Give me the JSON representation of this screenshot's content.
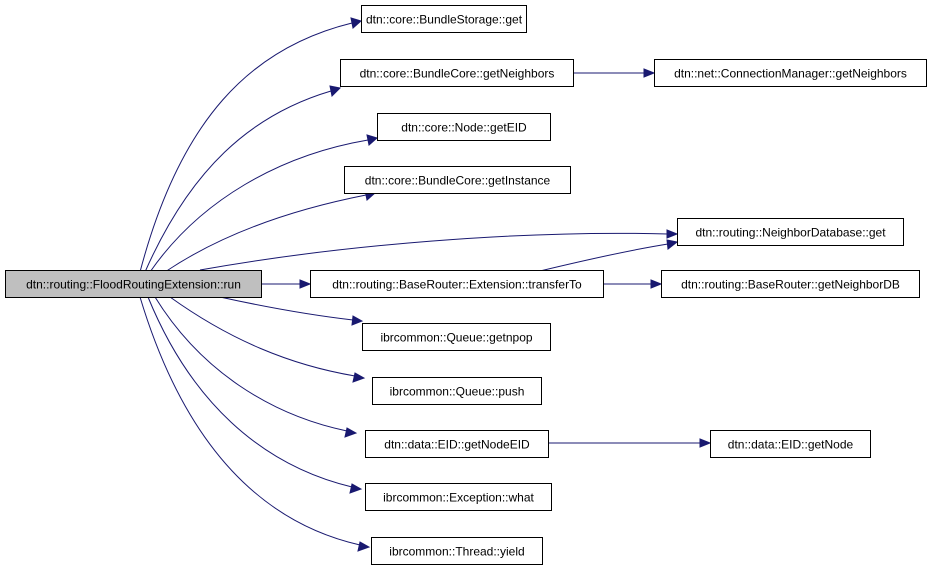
{
  "graph": {
    "root": "dtn::routing::FloodRoutingExtension::run",
    "nodes": [
      {
        "id": "n0",
        "label": "dtn::routing::FloodRoutingExtension::run",
        "root": true
      },
      {
        "id": "n1",
        "label": "dtn::core::BundleStorage::get"
      },
      {
        "id": "n2",
        "label": "dtn::core::BundleCore::getNeighbors"
      },
      {
        "id": "n3",
        "label": "dtn::net::ConnectionManager::getNeighbors"
      },
      {
        "id": "n4",
        "label": "dtn::core::Node::getEID"
      },
      {
        "id": "n5",
        "label": "dtn::core::BundleCore::getInstance"
      },
      {
        "id": "n6",
        "label": "dtn::routing::NeighborDatabase::get"
      },
      {
        "id": "n7",
        "label": "dtn::routing::BaseRouter::Extension::transferTo"
      },
      {
        "id": "n8",
        "label": "dtn::routing::BaseRouter::getNeighborDB"
      },
      {
        "id": "n9",
        "label": "ibrcommon::Queue::getnpop"
      },
      {
        "id": "n10",
        "label": "ibrcommon::Queue::push"
      },
      {
        "id": "n11",
        "label": "dtn::data::EID::getNodeEID"
      },
      {
        "id": "n12",
        "label": "dtn::data::EID::getNode"
      },
      {
        "id": "n13",
        "label": "ibrcommon::Exception::what"
      },
      {
        "id": "n14",
        "label": "ibrcommon::Thread::yield"
      }
    ],
    "edges": [
      {
        "from": "n0",
        "to": "n1"
      },
      {
        "from": "n0",
        "to": "n2"
      },
      {
        "from": "n2",
        "to": "n3"
      },
      {
        "from": "n0",
        "to": "n4"
      },
      {
        "from": "n0",
        "to": "n5"
      },
      {
        "from": "n0",
        "to": "n6"
      },
      {
        "from": "n0",
        "to": "n7"
      },
      {
        "from": "n7",
        "to": "n6"
      },
      {
        "from": "n7",
        "to": "n8"
      },
      {
        "from": "n0",
        "to": "n9"
      },
      {
        "from": "n0",
        "to": "n10"
      },
      {
        "from": "n0",
        "to": "n11"
      },
      {
        "from": "n11",
        "to": "n12"
      },
      {
        "from": "n0",
        "to": "n13"
      },
      {
        "from": "n0",
        "to": "n14"
      }
    ],
    "colors": {
      "edge": "#191970",
      "root_fill": "#bfbfbf",
      "node_fill": "#ffffff",
      "border": "#000000"
    }
  }
}
